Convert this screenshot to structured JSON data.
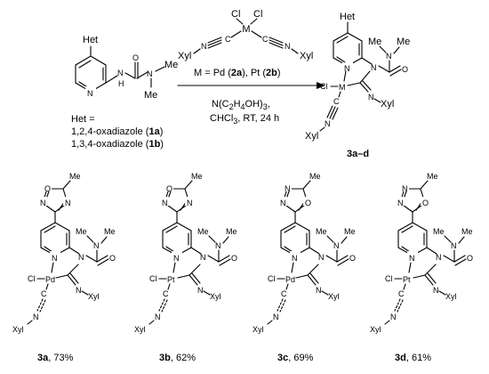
{
  "reagent": {
    "metal_center": "M",
    "chloride_1": "Cl",
    "chloride_2": "Cl",
    "isocyanide_left": "Xyl",
    "isocyanide_right": "Xyl",
    "metal_definition_prefix": "M = Pd (",
    "code_2a": "2a",
    "mid": "), Pt (",
    "code_2b": "2b",
    "suffix": ")"
  },
  "conditions": {
    "base_prefix": "N(C",
    "base_sub1": "2",
    "base_mid": "H",
    "base_sub2": "4",
    "base_suffix": "OH)",
    "base_sub3": "3",
    "base_comma": ",",
    "solvent_prefix": "CHCl",
    "solvent_sub": "3",
    "solvent_suffix": ", RT, 24 h"
  },
  "starting_material": {
    "het_label": "Het",
    "nh_label": "H",
    "n_labels": [
      "N",
      "N",
      "N"
    ],
    "carbonyl_o": "O",
    "methyl_1": "Me",
    "methyl_2": "Me",
    "het_definition": "Het =",
    "het_option_1_prefix": "1,2,4-oxadiazole (",
    "het_option_1_code": "1a",
    "het_option_1_suffix": ")",
    "het_option_2_prefix": "1,3,4-oxadiazole (",
    "het_option_2_code": "1b",
    "het_option_2_suffix": ")"
  },
  "general_product": {
    "het_label": "Het",
    "metal": "M",
    "chloride": "Cl",
    "n_pyridine": "N",
    "n_amide": "N",
    "n_amine": "N",
    "n_imine": "N",
    "c_isocyanide": "C",
    "n_isocyanide": "N",
    "carbonyl_o": "O",
    "methyl_1": "Me",
    "methyl_2": "Me",
    "xyl_imine": "Xyl",
    "xyl_isocyanide": "Xyl",
    "code": "3a–d"
  },
  "products": [
    {
      "code": "3a",
      "yield_text": ", 73%",
      "metal": "Pd",
      "heterocycle": "1,2,4-oxadiazole",
      "ring_atoms": [
        "O",
        "N",
        "N"
      ],
      "methyl": "Me"
    },
    {
      "code": "3b",
      "yield_text": ", 62%",
      "metal": "Pt",
      "heterocycle": "1,2,4-oxadiazole",
      "ring_atoms": [
        "O",
        "N",
        "N"
      ],
      "methyl": "Me"
    },
    {
      "code": "3c",
      "yield_text": ", 69%",
      "metal": "Pd",
      "heterocycle": "1,3,4-oxadiazole",
      "ring_atoms": [
        "N",
        "N",
        "O"
      ],
      "methyl": "Me"
    },
    {
      "code": "3d",
      "yield_text": ", 61%",
      "metal": "Pt",
      "heterocycle": "1,3,4-oxadiazole",
      "ring_atoms": [
        "N",
        "N",
        "O"
      ],
      "methyl": "Me"
    }
  ],
  "product_common": {
    "chloride": "Cl",
    "n_pyridine": "N",
    "n_amide": "N",
    "n_amine": "N",
    "n_imine": "N",
    "c_isocyanide": "C",
    "n_isocyanide": "N",
    "carbonyl_o": "O",
    "methyl_1": "Me",
    "methyl_2": "Me",
    "xyl_imine": "Xyl",
    "xyl_isocyanide": "Xyl"
  }
}
